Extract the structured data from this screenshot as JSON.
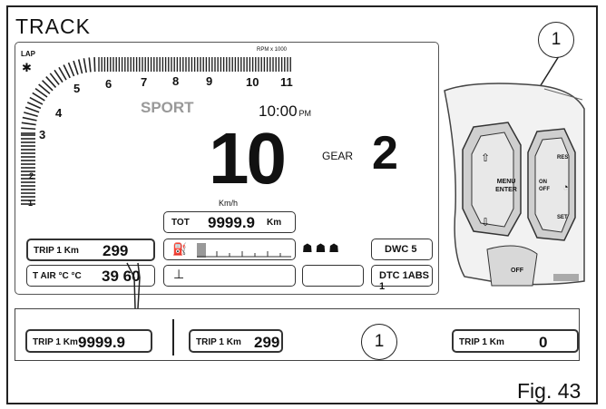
{
  "title": "TRACK",
  "figure_label": "Fig. 43",
  "callout_number": "1",
  "dash": {
    "lap": "LAP",
    "rpm_label": "RPM x 1000",
    "rpm_ticks": [
      "1",
      "2",
      "3",
      "4",
      "5",
      "6",
      "7",
      "8",
      "9",
      "10",
      "11"
    ],
    "mode": "SPORT",
    "clock": "10:00",
    "clock_suffix": "PM",
    "speed": "10",
    "speed_unit": "Km/h",
    "gear_label": "GEAR",
    "gear": "2",
    "tot_label": "TOT",
    "tot_value": "9999.9",
    "tot_unit": "Km",
    "trip_label": "TRIP 1 Km",
    "trip_value": "299",
    "tair_label": "T AIR °C °C",
    "tair_value": "39 60",
    "dwc": "DWC 5",
    "dtc_abs": "DTC 1ABS 1"
  },
  "switch": {
    "menu_enter": "MENU ENTER",
    "res": "RES",
    "on_off": "ON OFF",
    "set": "SET",
    "off": "OFF"
  },
  "strip": {
    "a_label": "TRIP 1 Km",
    "a_value": "9999.9",
    "b_label": "TRIP 1 Km",
    "b_value": "299",
    "c_label": "TRIP 1 Km",
    "c_value": "0"
  }
}
